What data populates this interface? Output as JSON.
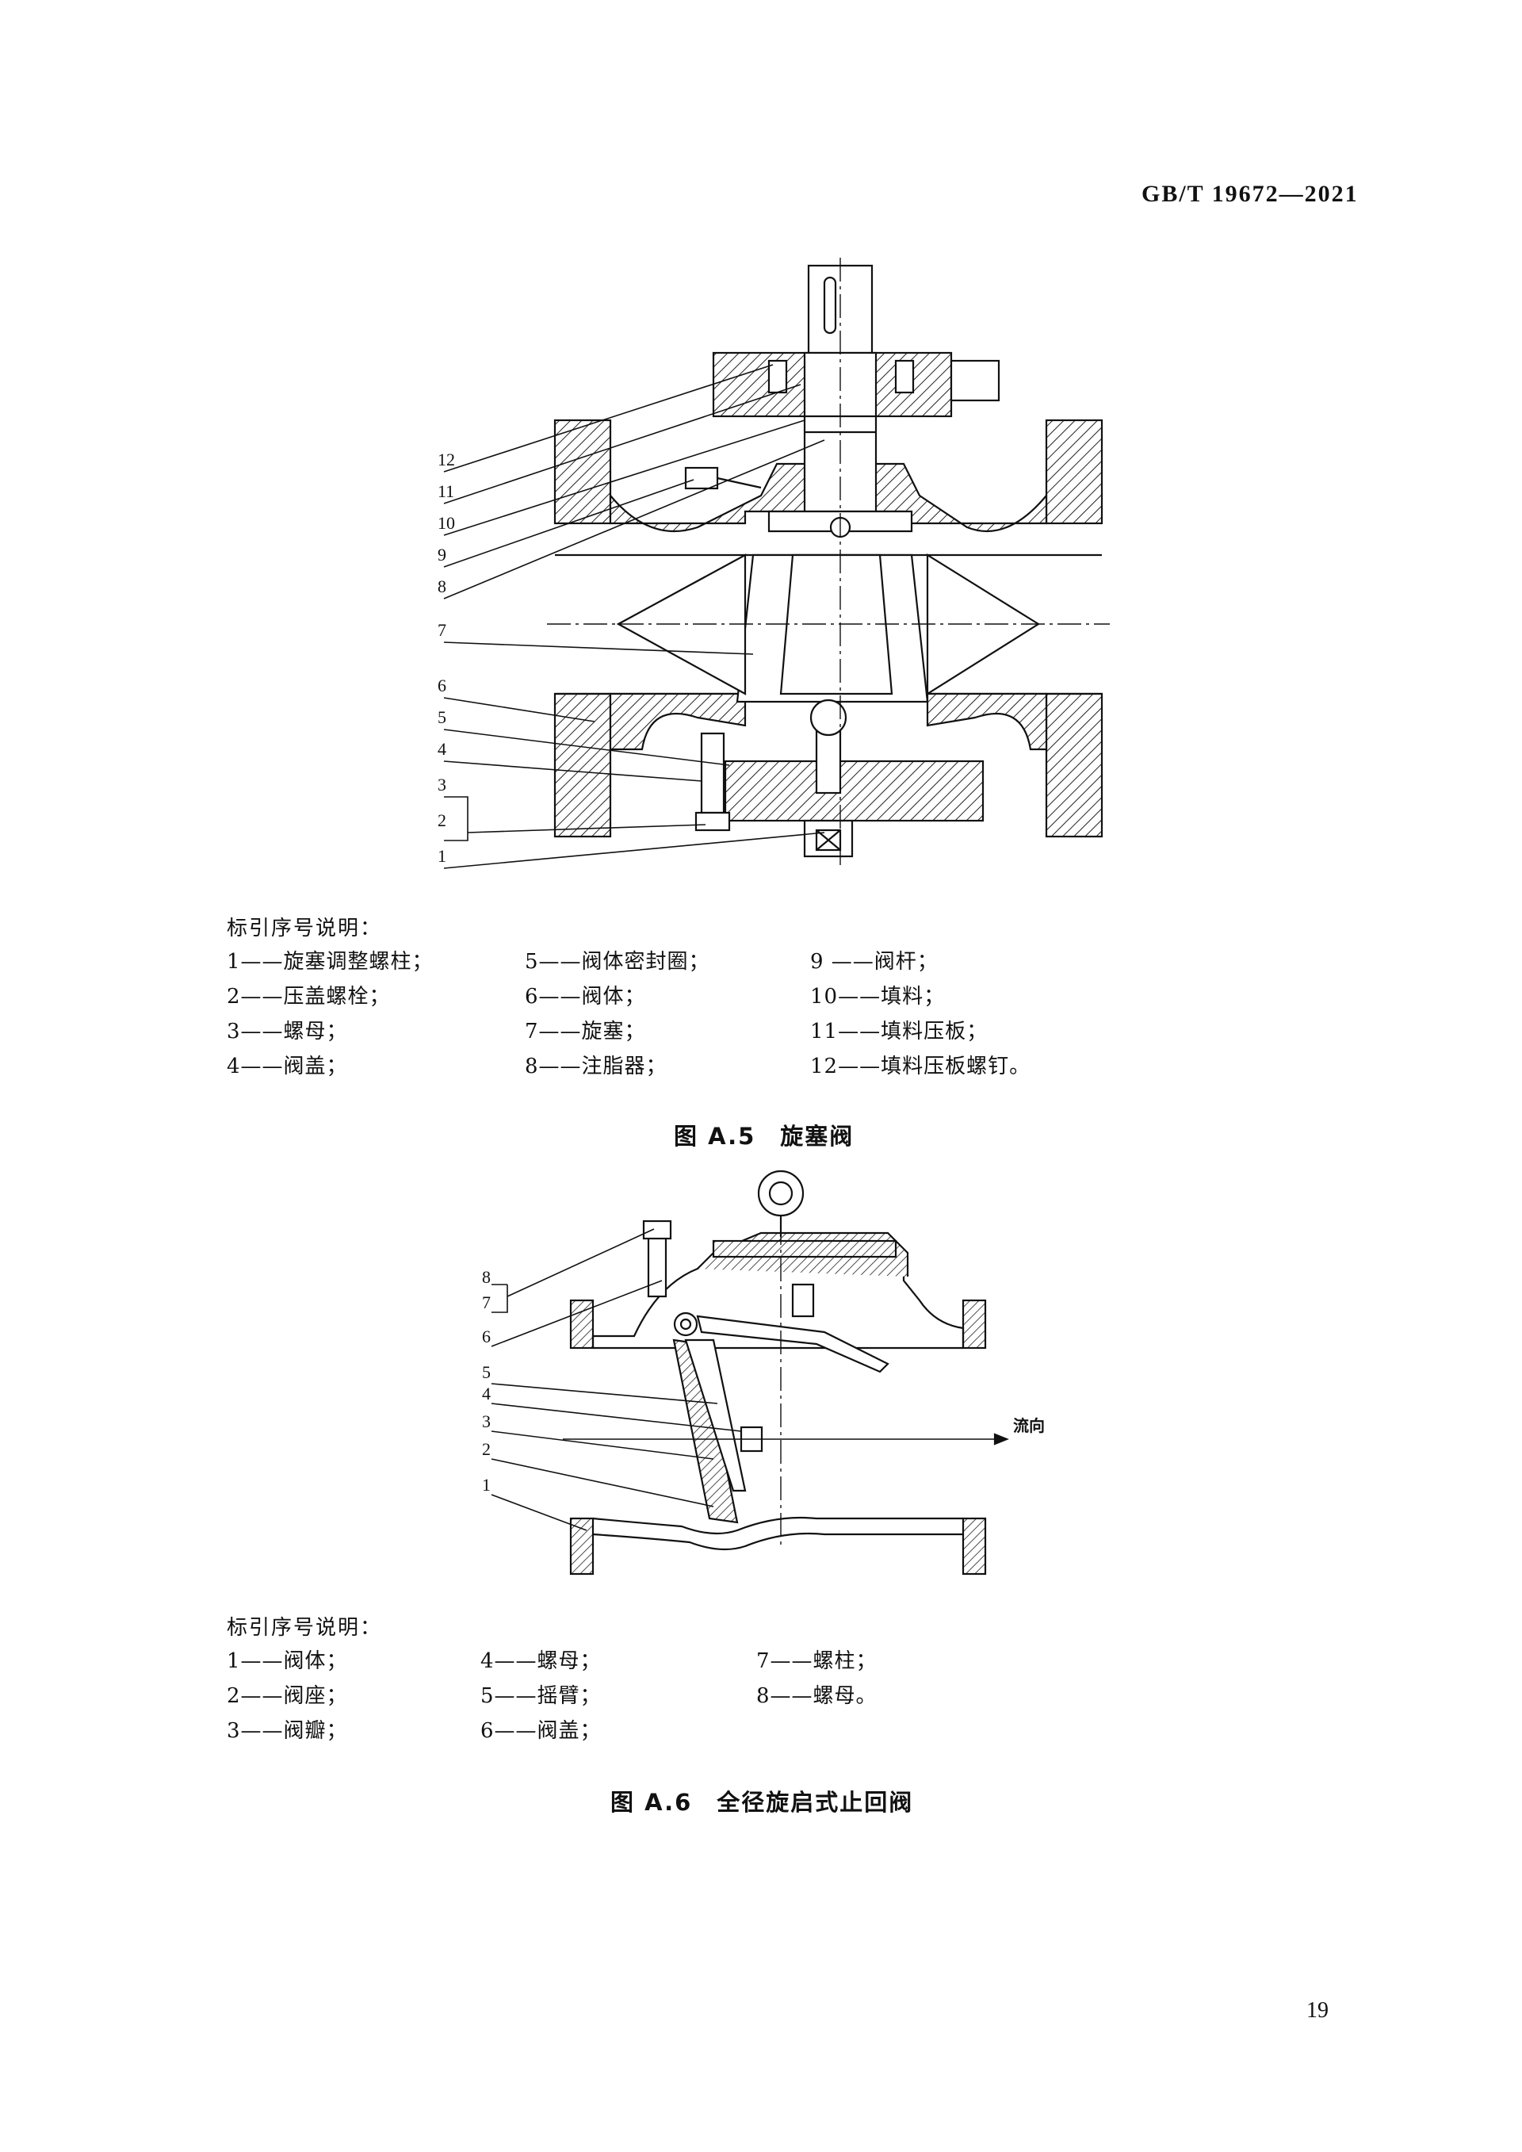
{
  "header": {
    "standard_code": "GB/T 19672—2021"
  },
  "figure_a5": {
    "callouts": [
      "12",
      "11",
      "10",
      "9",
      "8",
      "7",
      "6",
      "5",
      "4",
      "3",
      "2",
      "1"
    ],
    "legend_title": "标引序号说明：",
    "legend": [
      [
        "1——旋塞调整螺柱；",
        "5——阀体密封圈；",
        "9 ——阀杆；"
      ],
      [
        "2——压盖螺栓；",
        "6——阀体；",
        "10——填料；"
      ],
      [
        "3——螺母；",
        "7——旋塞；",
        "11——填料压板；"
      ],
      [
        "4——阀盖；",
        "8——注脂器；",
        "12——填料压板螺钉。"
      ]
    ],
    "caption": "图 A.5　旋塞阀"
  },
  "figure_a6": {
    "callouts": [
      "8",
      "7",
      "6",
      "5",
      "4",
      "3",
      "2",
      "1"
    ],
    "flow_label": "流向",
    "legend_title": "标引序号说明：",
    "legend": [
      [
        "1——阀体；",
        "4——螺母；",
        "7——螺柱；"
      ],
      [
        "2——阀座；",
        "5——摇臂；",
        "8——螺母。"
      ],
      [
        "3——阀瓣；",
        "6——阀盖；",
        ""
      ]
    ],
    "caption": "图 A.6　全径旋启式止回阀"
  },
  "footer": {
    "page_number": "19"
  }
}
